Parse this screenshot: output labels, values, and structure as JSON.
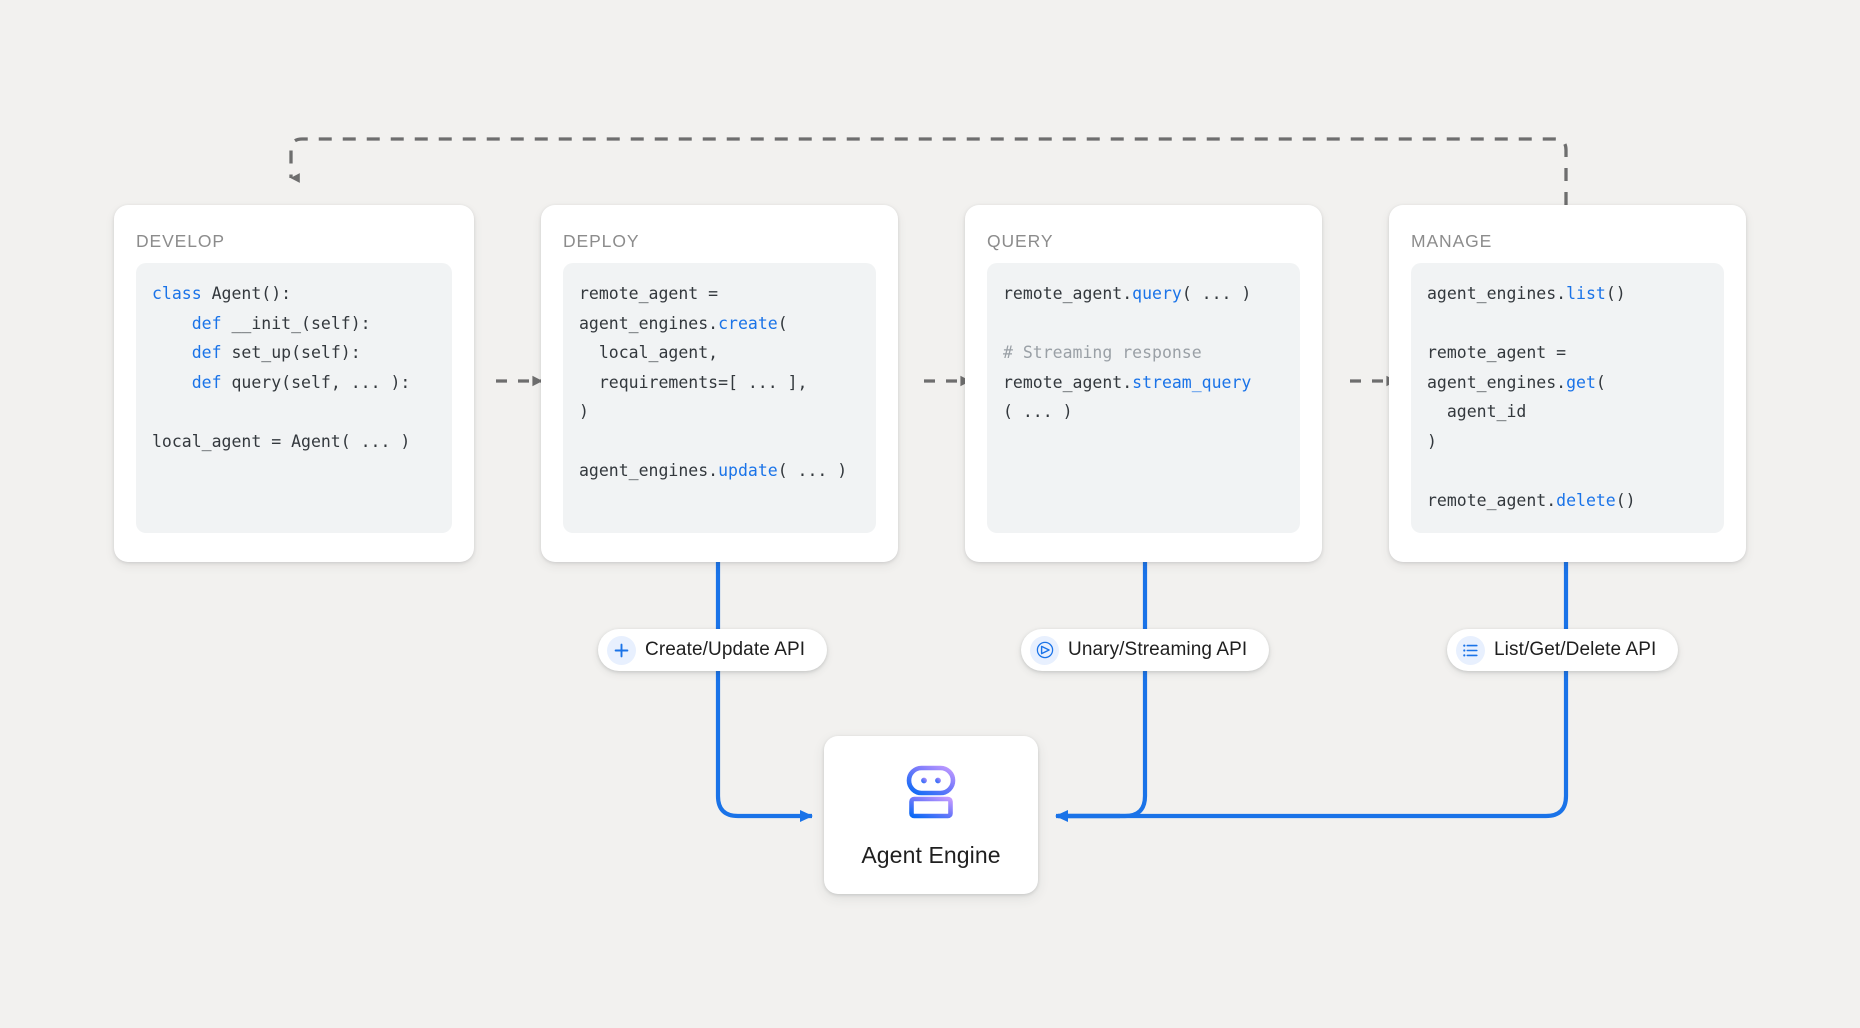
{
  "theme": {
    "background": "#f2f1ef",
    "card_bg": "#ffffff",
    "code_bg": "#f1f3f4",
    "keyword_blue": "#1a73e8",
    "flow_blue": "#1a73e8",
    "dash_gray": "#6e6e6e",
    "title_gray": "#8c8c8c",
    "text_dark": "#1f1f1f",
    "robot_gradient_from": "#b388ff",
    "robot_gradient_to": "#1a73e8"
  },
  "stages": [
    {
      "title": "DEVELOP",
      "code": [
        [
          {
            "t": "class ",
            "c": "kw"
          },
          {
            "t": "Agent():",
            "c": ""
          }
        ],
        [
          {
            "t": "    ",
            "c": ""
          },
          {
            "t": "def ",
            "c": "kw"
          },
          {
            "t": "__init_(self):",
            "c": ""
          }
        ],
        [
          {
            "t": "    ",
            "c": ""
          },
          {
            "t": "def ",
            "c": "kw"
          },
          {
            "t": "set_up(self):",
            "c": ""
          }
        ],
        [
          {
            "t": "    ",
            "c": ""
          },
          {
            "t": "def ",
            "c": "kw"
          },
          {
            "t": "query(self, ... ):",
            "c": ""
          }
        ],
        [],
        [
          {
            "t": "local_agent = Agent( ... )",
            "c": ""
          }
        ]
      ]
    },
    {
      "title": "DEPLOY",
      "code": [
        [
          {
            "t": "remote_agent =",
            "c": ""
          }
        ],
        [
          {
            "t": "agent_engines.",
            "c": ""
          },
          {
            "t": "create",
            "c": "kw"
          },
          {
            "t": "(",
            "c": ""
          }
        ],
        [
          {
            "t": "  local_agent,",
            "c": ""
          }
        ],
        [
          {
            "t": "  requirements=[ ... ],",
            "c": ""
          }
        ],
        [
          {
            "t": ")",
            "c": ""
          }
        ],
        [],
        [
          {
            "t": "agent_engines.",
            "c": ""
          },
          {
            "t": "update",
            "c": "kw"
          },
          {
            "t": "( ... )",
            "c": ""
          }
        ]
      ]
    },
    {
      "title": "QUERY",
      "code": [
        [
          {
            "t": "remote_agent.",
            "c": ""
          },
          {
            "t": "query",
            "c": "kw"
          },
          {
            "t": "( ... )",
            "c": ""
          }
        ],
        [],
        [
          {
            "t": "# Streaming response",
            "c": "cmt"
          }
        ],
        [
          {
            "t": "remote_agent.",
            "c": ""
          },
          {
            "t": "stream_query",
            "c": "kw"
          }
        ],
        [
          {
            "t": "( ... )",
            "c": ""
          }
        ]
      ]
    },
    {
      "title": "MANAGE",
      "code": [
        [
          {
            "t": "agent_engines.",
            "c": ""
          },
          {
            "t": "list",
            "c": "kw"
          },
          {
            "t": "()",
            "c": ""
          }
        ],
        [],
        [
          {
            "t": "remote_agent =",
            "c": ""
          }
        ],
        [
          {
            "t": "agent_engines.",
            "c": ""
          },
          {
            "t": "get",
            "c": "kw"
          },
          {
            "t": "(",
            "c": ""
          }
        ],
        [
          {
            "t": "  agent_id",
            "c": ""
          }
        ],
        [
          {
            "t": ")",
            "c": ""
          }
        ],
        [],
        [
          {
            "t": "remote_agent.",
            "c": ""
          },
          {
            "t": "delete",
            "c": "kw"
          },
          {
            "t": "()",
            "c": ""
          }
        ]
      ]
    }
  ],
  "api_pills": [
    {
      "label": "Create/Update API",
      "icon": "plus-icon"
    },
    {
      "label": "Unary/Streaming API",
      "icon": "send-icon"
    },
    {
      "label": "List/Get/Delete API",
      "icon": "list-icon"
    }
  ],
  "engine": {
    "label": "Agent Engine",
    "icon": "robot-icon"
  },
  "connectors": {
    "feedback_arrow": "manage-to-develop-feedback",
    "stage_arrows": [
      "develop-to-deploy",
      "deploy-to-query",
      "query-to-manage"
    ]
  }
}
